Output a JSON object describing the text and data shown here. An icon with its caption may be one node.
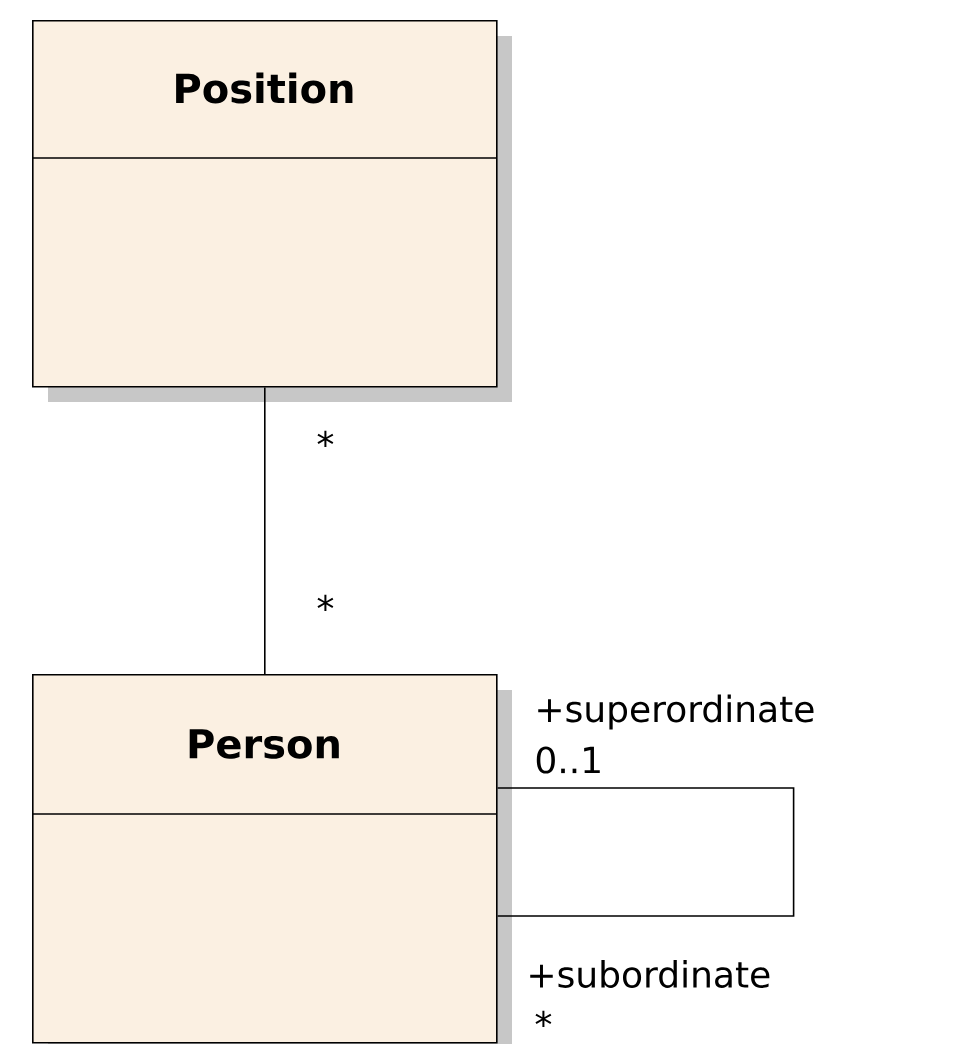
{
  "diagram": {
    "nodes": [
      {
        "text": [
          "Position"
        ]
      },
      {
        "text": [
          "Person"
        ]
      }
    ],
    "edges": [
      {
        "from": 0,
        "to": 1,
        "arrow": "none"
      },
      {
        "from": 1,
        "to": 1,
        "arrow": "none"
      }
    ],
    "labels": [
      "*",
      "*",
      "+superordinate",
      "0..1",
      "+subordinate",
      "*"
    ]
  }
}
